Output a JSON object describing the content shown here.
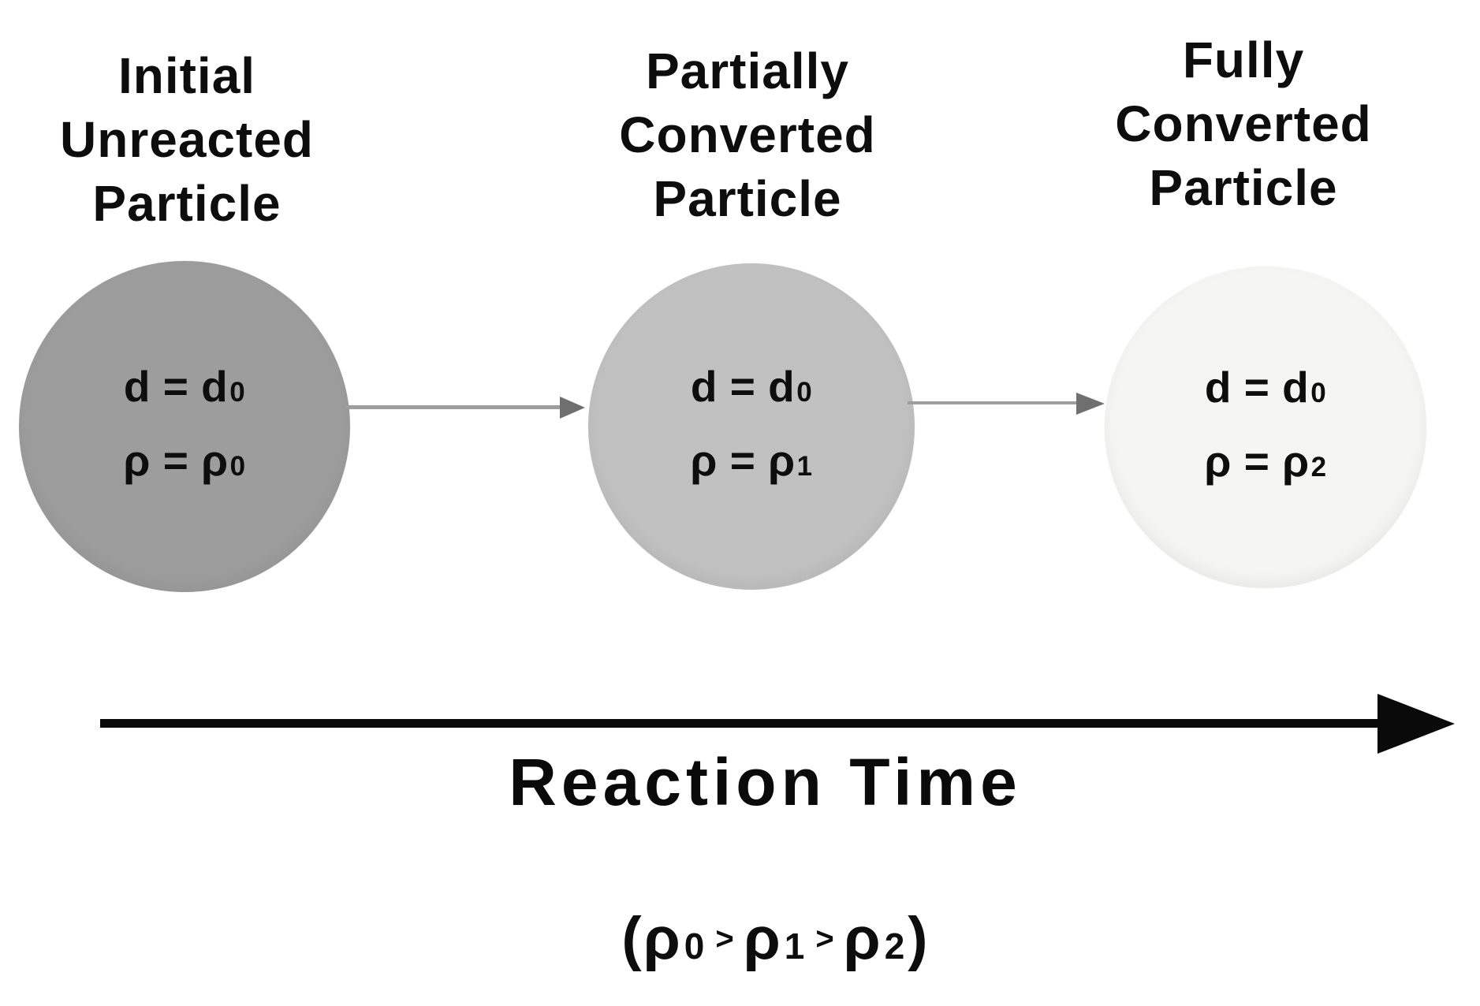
{
  "diagram": {
    "stages": [
      {
        "title_line1": "Initial",
        "title_line2": "Unreacted",
        "title_line3": "Particle",
        "circle_color": "#9d9d9d",
        "diameter_label": "d = d",
        "diameter_sub": "0",
        "density_label": "ρ = ρ",
        "density_sub": "0"
      },
      {
        "title_line1": "Partially",
        "title_line2": "Converted",
        "title_line3": "Particle",
        "circle_color": "#c1c1c1",
        "diameter_label": "d = d",
        "diameter_sub": "0",
        "density_label": "ρ = ρ",
        "density_sub": "1"
      },
      {
        "title_line1": "Fully",
        "title_line2": "Converted",
        "title_line3": "Particle",
        "circle_color": "#f5f5f4",
        "diameter_label": "d = d",
        "diameter_sub": "0",
        "density_label": "ρ = ρ",
        "density_sub": "2"
      }
    ],
    "timeline": {
      "label": "Reaction Time"
    },
    "relation": {
      "open_paren": "(",
      "rho": "ρ",
      "sub_0": "0",
      "sub_1": "1",
      "sub_2": "2",
      "greater_than": ">",
      "close_paren": ")"
    },
    "colors": {
      "background": "#ffffff",
      "text": "#0d0d0d",
      "stage_arrow_line": "#9e9e9e",
      "stage_arrow_head": "#6f6f6f",
      "timeline_arrow": "#0a0a0a"
    }
  }
}
